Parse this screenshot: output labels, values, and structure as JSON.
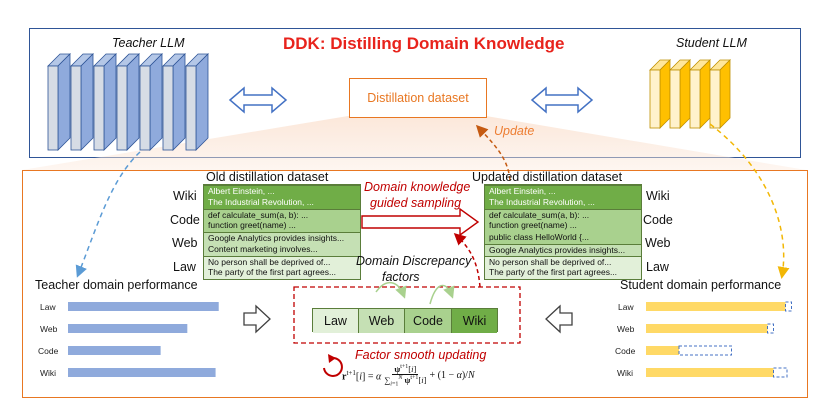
{
  "title": "DDK: Distilling Domain Knowledge",
  "teacher_llm_label": "Teacher LLM",
  "student_llm_label": "Student LLM",
  "distillation_dataset_label": "Distillation dataset",
  "update_label": "Update",
  "old_dataset_title": "Old distillation dataset",
  "updated_dataset_title": "Updated distillation dataset",
  "domain_sampling_line1": "Domain knowledge",
  "domain_sampling_line2": "guided sampling",
  "discrepancy_line1": "Domain Discrepancy",
  "discrepancy_line2": "factors",
  "factor_smooth_label": "Factor smooth updating",
  "domains": [
    "Wiki",
    "Code",
    "Web",
    "Law"
  ],
  "old_dataset": {
    "wiki": [
      "Albert Einstein, ...",
      "The Industrial Revolution, ..."
    ],
    "code": [
      "def calculate_sum(a, b): ...",
      "function greet(name) ..."
    ],
    "web": [
      "Google Analytics provides insights...",
      "Content marketing involves..."
    ],
    "law": [
      "No person shall be deprived of...",
      "The party of the first part agrees..."
    ]
  },
  "updated_dataset": {
    "wiki": [
      "Albert Einstein, ...",
      "The Industrial Revolution, ..."
    ],
    "code": [
      "def calculate_sum(a, b): ...",
      "function greet(name) ...",
      "public class HelloWorld {..."
    ],
    "web": [
      "Google Analytics provides insights..."
    ],
    "law": [
      "No person shall be deprived of...",
      "The party of the first part agrees..."
    ]
  },
  "factors": [
    "Law",
    "Web",
    "Code",
    "Wiki"
  ],
  "teacher_perf": {
    "title": "Teacher domain performance",
    "bars": [
      {
        "label": "Law",
        "value": 0.96
      },
      {
        "label": "Web",
        "value": 0.76
      },
      {
        "label": "Code",
        "value": 0.59
      },
      {
        "label": "Wiki",
        "value": 0.94
      }
    ]
  },
  "student_perf": {
    "title": "Student domain performance",
    "bars": [
      {
        "label": "Law",
        "value": 0.93,
        "gap": 0.04
      },
      {
        "label": "Web",
        "value": 0.81,
        "gap": 0.04
      },
      {
        "label": "Code",
        "value": 0.22,
        "gap": 0.35
      },
      {
        "label": "Wiki",
        "value": 0.85,
        "gap": 0.09
      }
    ]
  },
  "colors": {
    "title_red": "#e8231c",
    "dataset_orange": "#e87722",
    "dashed_red": "#c00000",
    "teacher_blue": "#8faadc",
    "student_yellow": "#ffd966",
    "green_dark": "#70ad47",
    "green_mid": "#a9d18e",
    "green_light": "#e2f0d9"
  }
}
